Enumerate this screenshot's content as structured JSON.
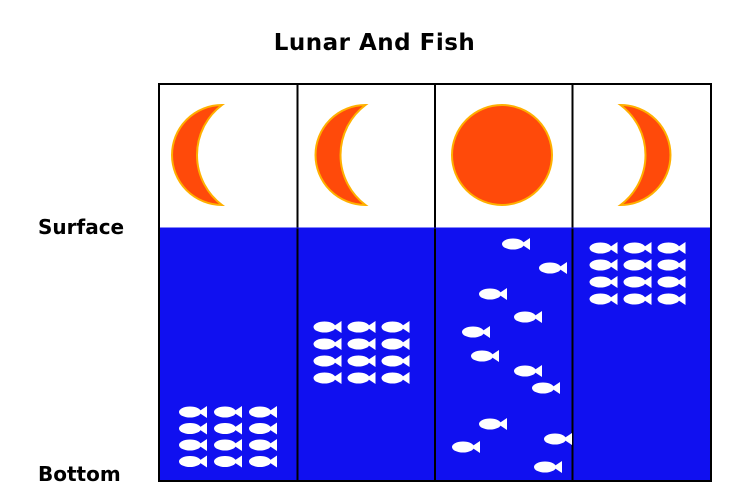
{
  "title": "Lunar And Fish",
  "labels": {
    "surface": "Surface",
    "bottom": "Bottom"
  },
  "colors": {
    "moon": "#ff4a0a",
    "moon_rim": "#ffb000",
    "water": "#1010f0",
    "fish": "#ffffff"
  },
  "phases": [
    {
      "phase": "crescent",
      "fish_position": "bottom",
      "school": "grouped"
    },
    {
      "phase": "crescent",
      "fish_position": "middle",
      "school": "grouped"
    },
    {
      "phase": "full",
      "fish_position": "scattered",
      "school": "dispersed"
    },
    {
      "phase": "crescent",
      "fish_position": "surface",
      "school": "grouped"
    }
  ]
}
